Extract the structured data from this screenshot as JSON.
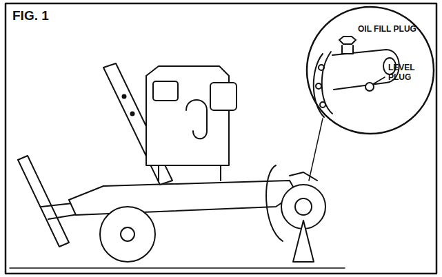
{
  "diagram": {
    "title": "FIG. 1",
    "labels": [
      "OIL FILL PLUG",
      "LEVEL PLUG"
    ]
  }
}
